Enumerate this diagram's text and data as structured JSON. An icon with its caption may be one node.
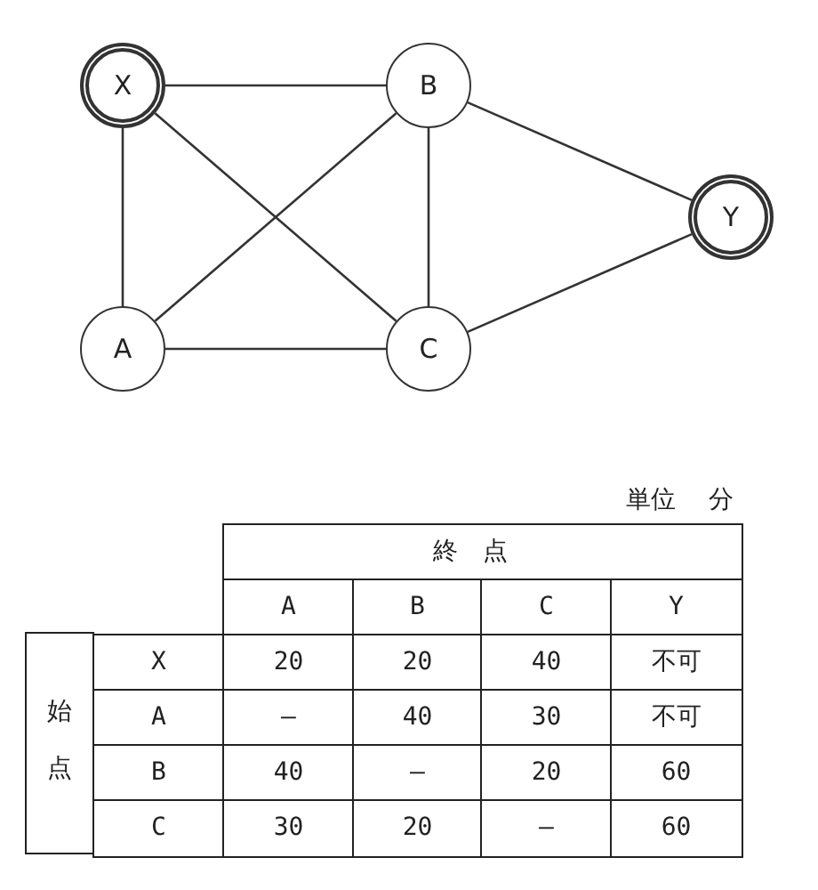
{
  "diagram": {
    "nodes": [
      {
        "text": [
          "X"
        ]
      },
      {
        "text": [
          "B"
        ]
      },
      {
        "text": [
          "Y"
        ]
      },
      {
        "text": [
          "A"
        ]
      },
      {
        "text": [
          "C"
        ]
      }
    ],
    "edges": [
      {
        "from": 0,
        "to": 1,
        "arrow": "none"
      },
      {
        "from": 0,
        "to": 3,
        "arrow": "none"
      },
      {
        "from": 0,
        "to": 4,
        "arrow": "none"
      },
      {
        "from": 1,
        "to": 3,
        "arrow": "none"
      },
      {
        "from": 1,
        "to": 4,
        "arrow": "none"
      },
      {
        "from": 1,
        "to": 2,
        "arrow": "none"
      },
      {
        "from": 3,
        "to": 4,
        "arrow": "none"
      },
      {
        "from": 4,
        "to": 2,
        "arrow": "none"
      }
    ],
    "labels": [
      "単位 分",
      "終点",
      "A",
      "B",
      "C",
      "Y",
      "始点",
      "X",
      "20",
      "20",
      "40",
      "不可",
      "A",
      "—",
      "40",
      "30",
      "不可",
      "B",
      "40",
      "—",
      "20",
      "60",
      "C",
      "30",
      "20",
      "—",
      "60"
    ]
  }
}
